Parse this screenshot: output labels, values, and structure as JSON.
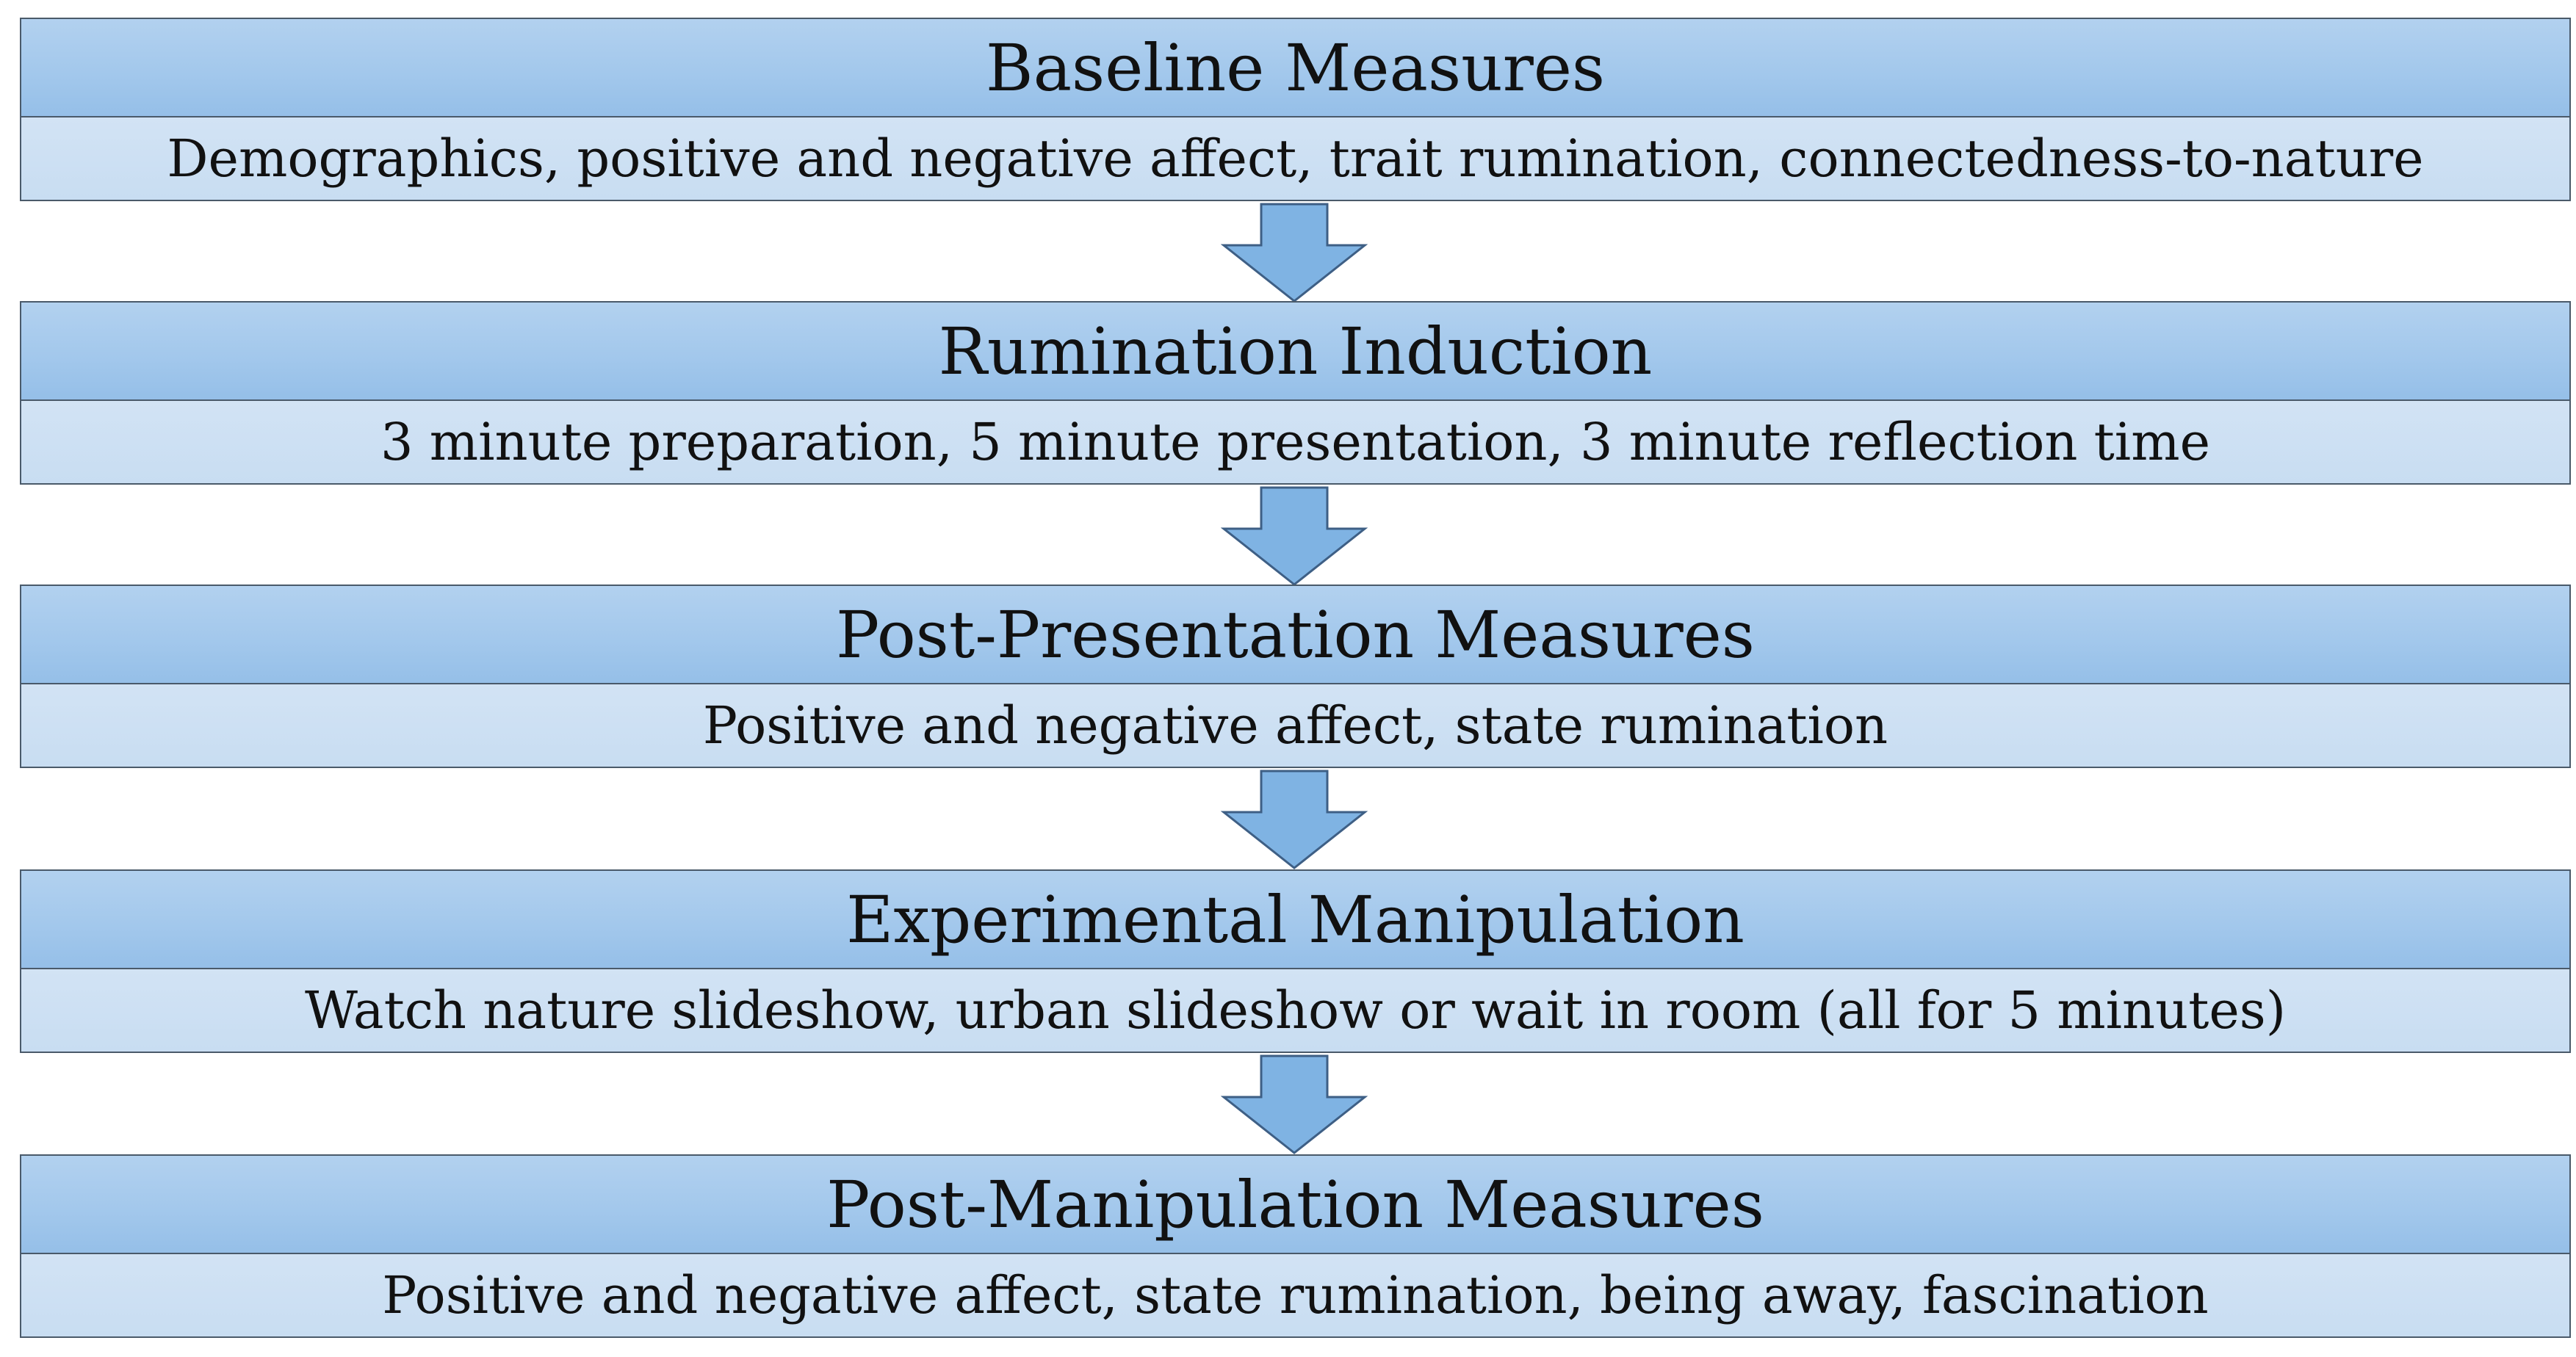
{
  "stages": [
    {
      "title": "Baseline Measures",
      "detail": "Demographics, positive and negative affect, trait rumination, connectedness-to-nature"
    },
    {
      "title": "Rumination Induction",
      "detail": "3 minute preparation, 5 minute presentation, 3 minute reflection time"
    },
    {
      "title": "Post-Presentation Measures",
      "detail": "Positive and negative affect, state rumination"
    },
    {
      "title": "Experimental Manipulation",
      "detail": "Watch nature slideshow, urban slideshow or wait in room (all for 5 minutes)"
    },
    {
      "title": "Post-Manipulation Measures",
      "detail": "Positive and negative affect, state rumination, being away, fascination"
    }
  ],
  "colors": {
    "title_fill": "#a3c8ec",
    "detail_fill": "#c8ddf2",
    "border": "#4a5a6a",
    "arrow_fill": "#7fb3e3",
    "arrow_stroke": "#3e5f85"
  }
}
